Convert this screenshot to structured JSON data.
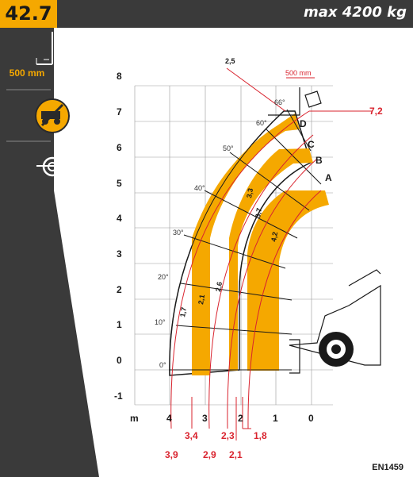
{
  "header": {
    "model": "42.7",
    "max_load": "max 4200 kg"
  },
  "sidebar": {
    "load_center": "500 mm",
    "icons": [
      "fork-load-center-icon",
      "no-stabilizers-icon",
      "tyres-icon"
    ]
  },
  "chart_data": {
    "type": "load-chart",
    "y_ticks": [
      "8",
      "7",
      "6",
      "5",
      "4",
      "3",
      "2",
      "1",
      "0",
      "-1"
    ],
    "x_ticks": [
      "m",
      "4",
      "3",
      "2",
      "1",
      "0"
    ],
    "angles": [
      "0°",
      "10°",
      "20°",
      "30°",
      "40°",
      "50°",
      "60°",
      "66°"
    ],
    "extensions": [
      "1,7",
      "2,1",
      "2,6",
      "3,3",
      "3,7",
      "4,2"
    ],
    "zones": [
      "A",
      "B",
      "C",
      "D"
    ],
    "top_labels": [
      "2,5",
      "500 mm"
    ],
    "right_labels": [
      "7,2"
    ],
    "bottom_labels": [
      "3,4",
      "2,3",
      "1,8",
      "3,9",
      "2,9",
      "2,1"
    ]
  },
  "footer": {
    "code": "EN1459"
  }
}
